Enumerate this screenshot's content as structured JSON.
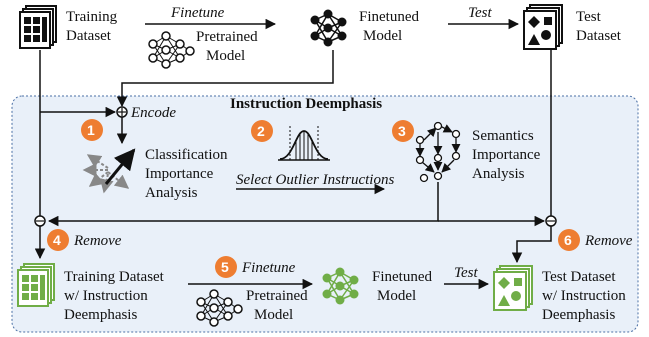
{
  "top": {
    "training_dataset": [
      "Training",
      "Dataset"
    ],
    "finetune_label": "Finetune",
    "pretrained_model": [
      "Pretrained",
      "Model"
    ],
    "finetuned_model": [
      "Finetuned",
      "Model"
    ],
    "test_label": "Test",
    "test_dataset": [
      "Test",
      "Dataset"
    ]
  },
  "panel": {
    "title": "Instruction Deemphasis",
    "encode_label": "Encode",
    "steps": [
      {
        "number": "1",
        "label": [
          "Classification",
          "Importance",
          "Analysis"
        ]
      },
      {
        "number": "2",
        "label": "Select Outlier Instructions"
      },
      {
        "number": "3",
        "label": [
          "Semantics",
          "Importance",
          "Analysis"
        ]
      },
      {
        "number": "4",
        "label": "Remove"
      },
      {
        "number": "5",
        "label": "Finetune"
      },
      {
        "number": "6",
        "label": "Remove"
      }
    ],
    "step_color": "#ee7d31",
    "panel_bg": "#e9f0f9"
  },
  "bottom": {
    "training_dataset": [
      "Training Dataset",
      "w/ Instruction",
      "Deemphasis"
    ],
    "pretrained_model": [
      "Pretrained",
      "Model"
    ],
    "finetuned_model": [
      "Finetuned",
      "Model"
    ],
    "test_label": "Test",
    "test_dataset": [
      "Test Dataset",
      "w/ Instruction",
      "Deemphasis"
    ],
    "green": "#70ad47"
  }
}
